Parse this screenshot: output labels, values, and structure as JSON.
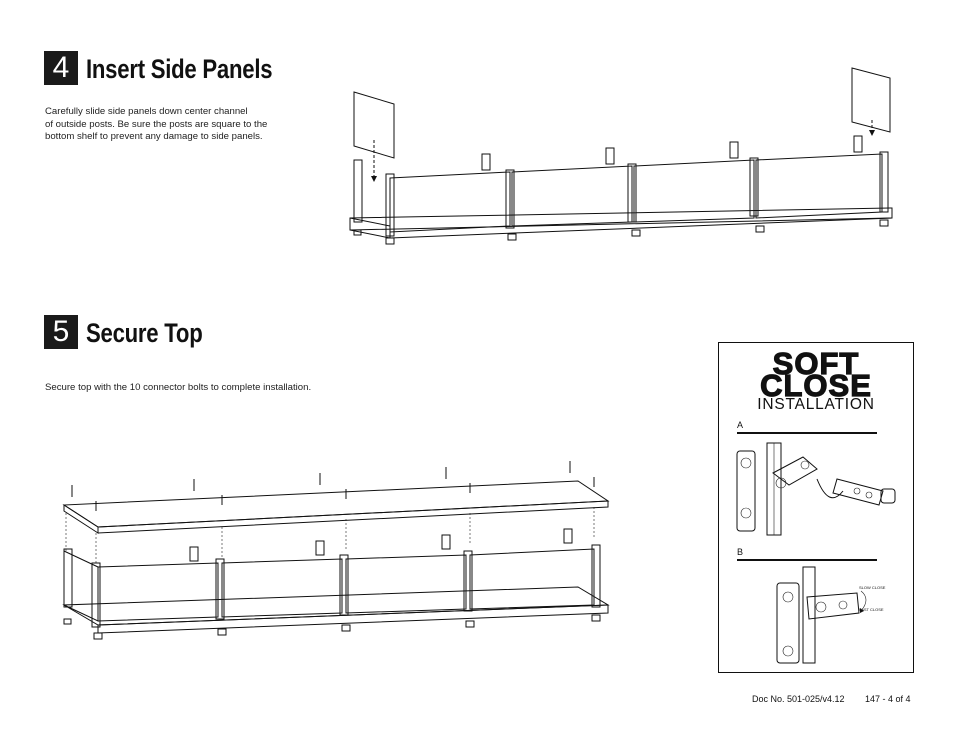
{
  "step4": {
    "number": "4",
    "title": "Insert Side Panels",
    "text": [
      "Carefully slide side panels down center channel",
      "of outside posts. Be sure the posts are square to the",
      "bottom shelf to prevent any damage to side panels."
    ]
  },
  "step5": {
    "number": "5",
    "title": "Secure Top",
    "text": "Secure top with the 10 connector bolts to complete installation."
  },
  "soft_close": {
    "title_line1": "SOFT",
    "title_line2": "CLOSE",
    "subtitle": "INSTALLATION",
    "section_a": "A",
    "section_b": "B",
    "label_slow": "SLOW CLOSE",
    "label_fast": "FAST CLOSE"
  },
  "footer": {
    "doc_number": "Doc No. 501-025/v4.12",
    "page": "147 - 4 of 4"
  }
}
